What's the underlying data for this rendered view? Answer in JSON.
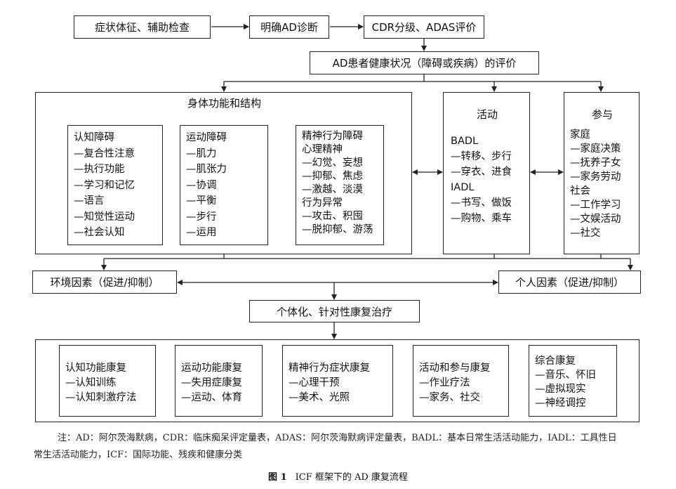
{
  "top_row": [
    "症状体征、辅助检查",
    "明确AD诊断",
    "CDR分级、ADAS评价"
  ],
  "assessment": "AD患者健康状况（障碍或疾病）的评价",
  "body_function": {
    "title": "身体功能和结构",
    "cognitive": [
      "认知障碍",
      "—复合性注意",
      "—执行功能",
      "—学习和记忆",
      "—语言",
      "—知觉性运动",
      "—社会认知"
    ],
    "motor": [
      "运动障碍",
      "—肌力",
      "—肌张力",
      "—协调",
      "—平衡",
      "—步行",
      "—运用"
    ],
    "psych": [
      "精神行为障碍",
      "心理精神",
      "—幻觉、妄想",
      "—抑郁、焦虑",
      "—激越、淡漠",
      "行为异常",
      "—攻击、积囤",
      "—脱抑郁、游荡"
    ]
  },
  "activity": {
    "title": "活动",
    "lines": [
      "BADL",
      "—转移、步行",
      "—穿衣、进食",
      "IADL",
      "—书写、做饭",
      "—购物、乘车"
    ]
  },
  "participation": {
    "title": "参与",
    "lines": [
      "家庭",
      "—家庭决策",
      "—抚养子女",
      "—家务劳动",
      "社会",
      "—工作学习",
      "—文娱活动",
      "—社交"
    ]
  },
  "env_factor": "环境因素（促进/抑制）",
  "personal_factor": "个人因素（促进/抑制）",
  "individualized": "个体化、针对性康复治疗",
  "rehab": [
    [
      "认知功能康复",
      "—认知训练",
      "—认知刺激疗法"
    ],
    [
      "运动功能康复",
      "—失用症康复",
      "—运动、体育"
    ],
    [
      "精神行为症状康复",
      "—心理干预",
      "—美术、光照"
    ],
    [
      "活动和参与康复",
      "—作业疗法",
      "—家务、社交"
    ],
    [
      "综合康复",
      "—音乐、怀旧",
      "—虚拟现实",
      "—神经调控"
    ]
  ],
  "note_line1": "注：AD：阿尔茨海默病，CDR：临床痴呆评定量表，ADAS：阿尔茨海默病评定量表，BADL：基本日常生活活动能力，IADL：工具性日",
  "note_line2": "常生活活动能力，ICF：国际功能、残疾和健康分类",
  "caption_num": "图 1",
  "caption_text": "ICF 框架下的 AD 康复流程"
}
